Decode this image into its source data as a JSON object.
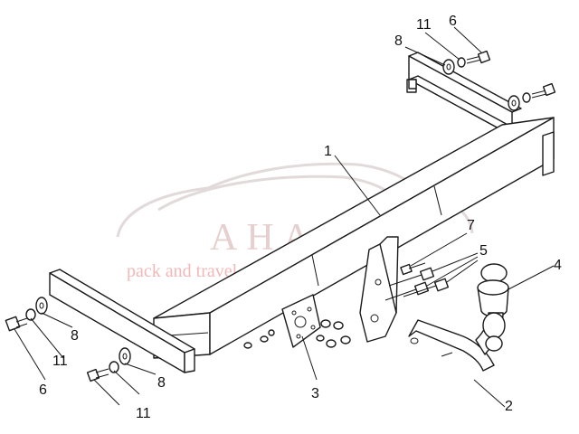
{
  "watermark": {
    "brand": "AHAKA",
    "tagline": "pack and travel"
  },
  "callouts": [
    {
      "id": "c1",
      "text": "1"
    },
    {
      "id": "c2",
      "text": "2"
    },
    {
      "id": "c3",
      "text": "3"
    },
    {
      "id": "c4",
      "text": "4"
    },
    {
      "id": "c5",
      "text": "5"
    },
    {
      "id": "c6a",
      "text": "6"
    },
    {
      "id": "c6b",
      "text": "6"
    },
    {
      "id": "c7",
      "text": "7"
    },
    {
      "id": "c8a",
      "text": "8"
    },
    {
      "id": "c8b",
      "text": "8"
    },
    {
      "id": "c8c",
      "text": "8"
    },
    {
      "id": "c11a",
      "text": "11"
    },
    {
      "id": "c11b",
      "text": "11"
    },
    {
      "id": "c11c",
      "text": "11"
    }
  ],
  "colors": {
    "line": "#1a1a1a",
    "background": "#ffffff",
    "watermark": "#e6cfcf",
    "watermark_tagline": "#f1b8b8"
  }
}
